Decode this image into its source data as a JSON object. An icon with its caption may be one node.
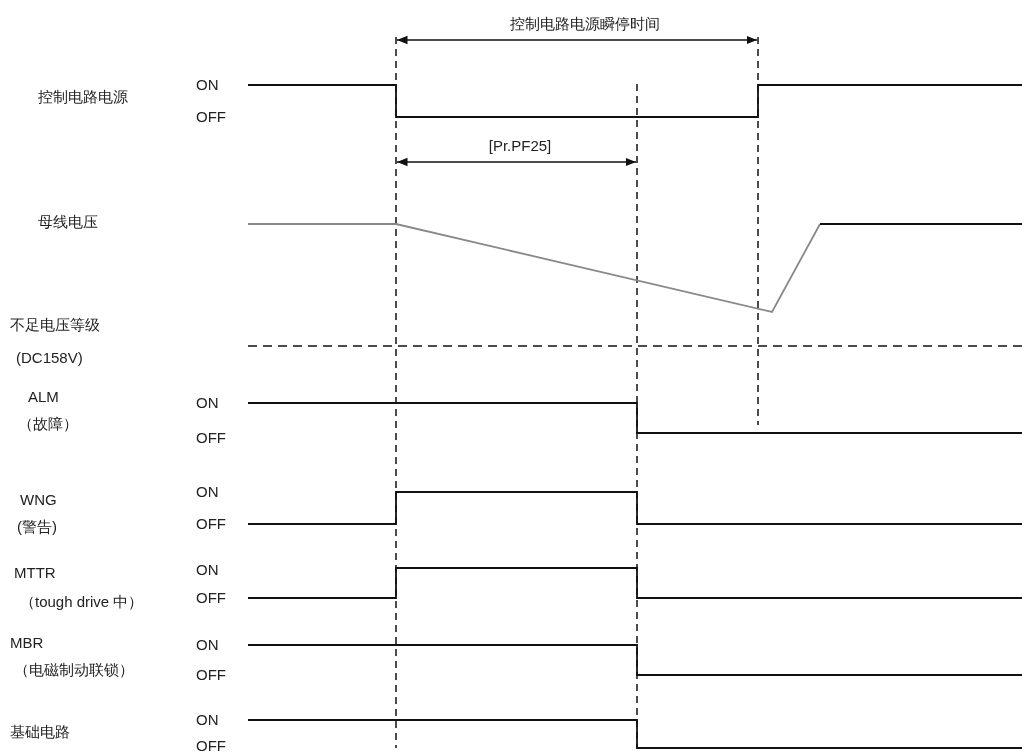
{
  "diagram": {
    "labels": [
      "控制电路电源瞬停时间",
      "控制电路电源",
      "ON",
      "OFF",
      "[Pr.PF25]",
      "母线电压",
      "不足电压等级",
      "(DC158V)",
      "ALM",
      "ON",
      "（故障）",
      "OFF",
      "WNG",
      "ON",
      "(警告)",
      "OFF",
      "MTTR",
      "ON",
      "（tough drive 中）",
      "OFF",
      "MBR",
      "ON",
      "（电磁制动联锁）",
      "OFF",
      "基础电路",
      "ON",
      "OFF"
    ]
  }
}
